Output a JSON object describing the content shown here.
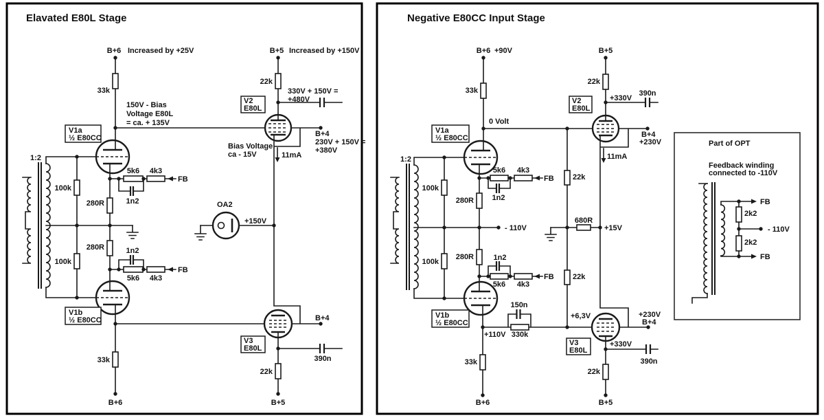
{
  "left_panel": {
    "title": "Elavated E80L Stage",
    "b6_top": "B+6",
    "b6_top_note": "Increased by +25V",
    "r33k_top": "33k",
    "bias_note": [
      "150V - Bias",
      "Voltage E80L",
      "= ca. + 135V"
    ],
    "v1a_name": "V1a",
    "v1a_type": "½ E80CC",
    "ratio": "1:2",
    "r100k_top": "100k",
    "r280r_top": "280R",
    "r5k6_top": "5k6",
    "r4k3_top": "4k3",
    "fb_top": "FB",
    "c1n2_top": "1n2",
    "r280r_bot": "280R",
    "c1n2_bot": "1n2",
    "r5k6_bot": "5k6",
    "r4k3_bot": "4k3",
    "fb_bot": "FB",
    "r100k_bot": "100k",
    "v1b_name": "V1b",
    "v1b_type": "½ E80CC",
    "r33k_bot": "33k",
    "b6_bot": "B+6",
    "b5_top": "B+5",
    "b5_top_note": "Increased by +150V",
    "r22k_top": "22k",
    "v2_name": "V2",
    "v2_type": "E80L",
    "anode_node": [
      "330V + 150V =",
      "+480V"
    ],
    "b4_top": "B+4",
    "b4_top_note": [
      "230V + 150V =",
      "+380V"
    ],
    "bias_v2": [
      "Bias Voltage",
      "ca - 15V"
    ],
    "current": "11mA",
    "oa2_name": "OA2",
    "oa2_volt": "+150V",
    "v3_name": "V3",
    "v3_type": "E80L",
    "b4_bot": "B+4",
    "c390n": "390n",
    "r22k_bot": "22k",
    "b5_bot": "B+5"
  },
  "right_panel": {
    "title": "Negative E80CC Input Stage",
    "b6_top": "B+6",
    "b6_top_volt": "+90V",
    "r33k_top": "33k",
    "zero_volt": "0 Volt",
    "v1a_name": "V1a",
    "v1a_type": "½ E80CC",
    "ratio": "1:2",
    "b5_top": "B+5",
    "r22k_top": "22k",
    "v2_name": "V2",
    "v2_type": "E80L",
    "v330_top": "+330V",
    "c390n_top": "390n",
    "b4_top": "B+4",
    "b4_top_volt": "+230V",
    "current": "11mA",
    "r100k_top": "100k",
    "r280r_top": "280R",
    "r5k6_top": "5k6",
    "r4k3_top": "4k3",
    "fb_top": "FB",
    "c1n2_top": "1n2",
    "minus110": "- 110V",
    "r680": "680R",
    "v15": "+15V",
    "r22k_mid_top": "22k",
    "r22k_mid_bot": "22k",
    "r280r_bot": "280R",
    "c1n2_bot": "1n2",
    "r5k6_bot": "5k6",
    "r4k3_bot": "4k3",
    "fb_bot": "FB",
    "r100k_bot": "100k",
    "v1b_name": "V1b",
    "v1b_type": "½ E80CC",
    "c150n": "150n",
    "r330k": "330k",
    "v110": "+110V",
    "v63": "+6,3V",
    "r33k_bot": "33k",
    "b6_bot": "B+6",
    "v3_name": "V3",
    "v3_type": "E80L",
    "v230_bot": "+230V",
    "b4_bot": "B+4",
    "v330_bot": "+330V",
    "c390n_bot": "390n",
    "r22k_bot": "22k",
    "b5_bot": "B+5"
  },
  "opt_box": {
    "title": "Part of OPT",
    "note": [
      "Feedback winding",
      "connected to -110V"
    ],
    "fb_top": "FB",
    "r2k2_top": "2k2",
    "minus110": "- 110V",
    "r2k2_bot": "2k2",
    "fb_bot": "FB"
  }
}
